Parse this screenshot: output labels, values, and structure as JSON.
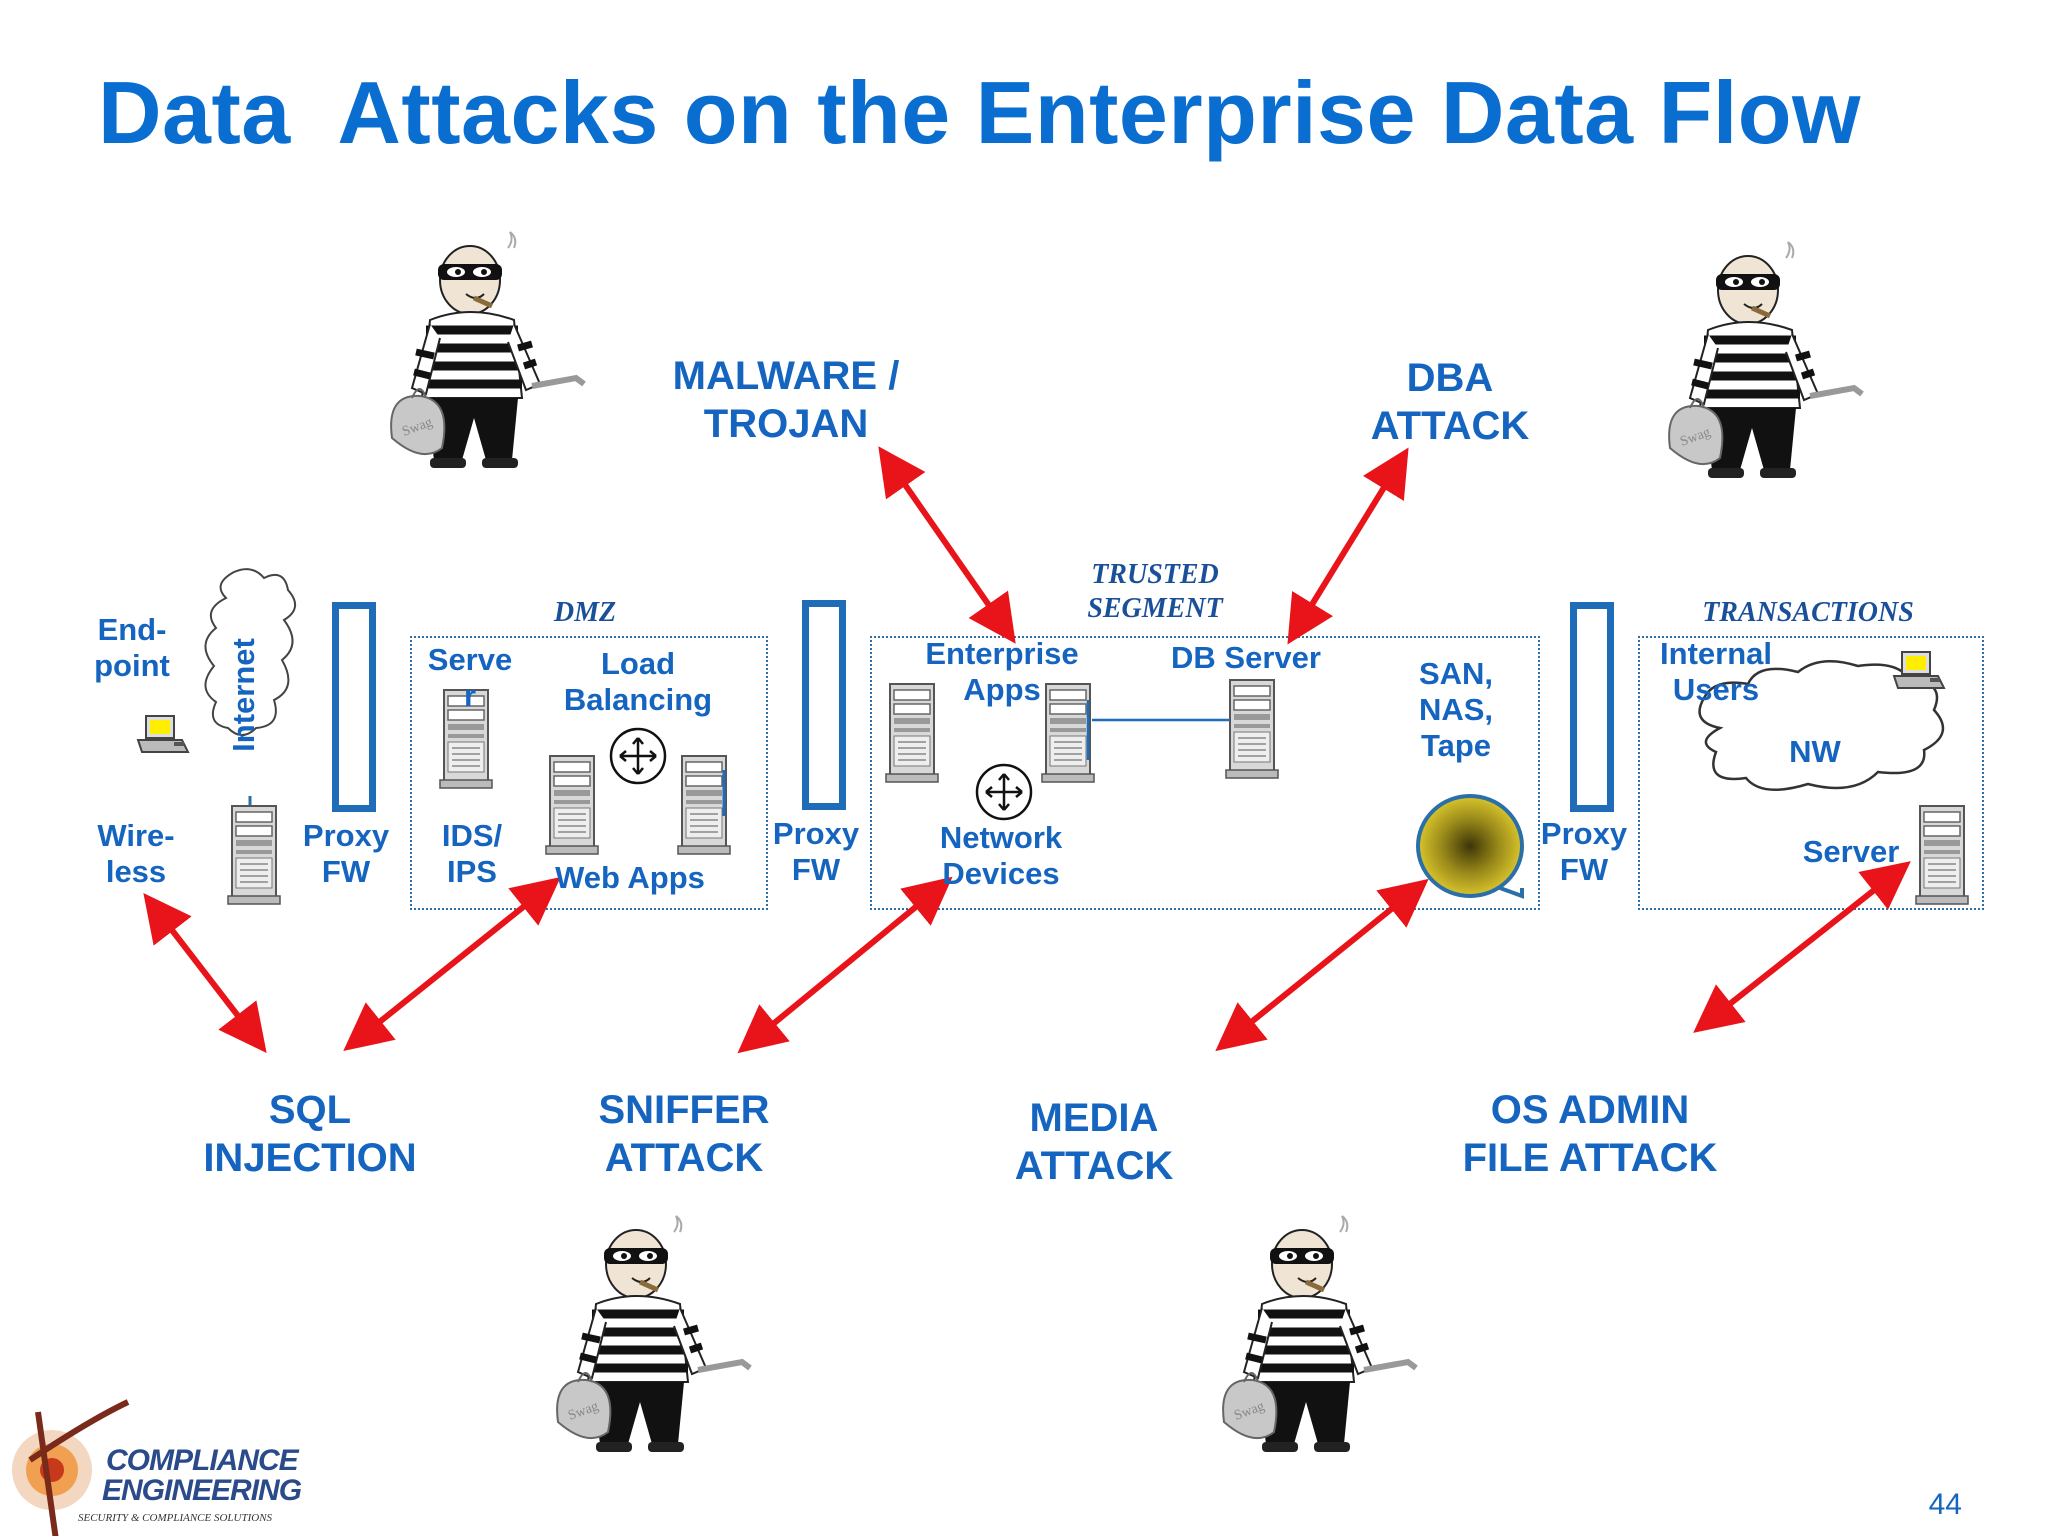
{
  "title": "Data  Attacks on the Enterprise Data Flow",
  "zones": {
    "dmz": "DMZ",
    "trusted": "TRUSTED\nSEGMENT",
    "transactions": "TRANSACTIONS"
  },
  "labels": {
    "endpoint": "End-\npoint",
    "internet": "Internet",
    "wireless": "Wire-\nless",
    "proxy_fw_1": "Proxy\nFW",
    "server_dmz": "Serve\nr",
    "load_balancing": "Load\nBalancing",
    "ids_ips": "IDS/\nIPS",
    "web_apps": "Web Apps",
    "proxy_fw_2": "Proxy\nFW",
    "enterprise_apps": "Enterprise\nApps",
    "db_server": "DB Server",
    "san_nas_tape": "SAN,\nNAS,\nTape",
    "network_devices": "Network\nDevices",
    "proxy_fw_3": "Proxy\nFW",
    "internal_users": "Internal\nUsers",
    "nw": "NW",
    "server_right": "Server"
  },
  "attacks": {
    "malware": "MALWARE /\nTROJAN",
    "dba": "DBA\nATTACK",
    "sql": "SQL\nINJECTION",
    "sniffer": "SNIFFER\nATTACK",
    "media": "MEDIA\nATTACK",
    "os_admin": "OS ADMIN\nFILE ATTACK"
  },
  "logo": {
    "line1": "COMPLIANCE",
    "line2": "ENGINEERING",
    "line3": "SECURITY & COMPLIANCE SOLUTIONS"
  },
  "page_number": "44",
  "colors": {
    "title": "#0a6ed1",
    "label": "#1565c0",
    "arrow": "#e8141a",
    "firewall": "#1f6db8"
  }
}
